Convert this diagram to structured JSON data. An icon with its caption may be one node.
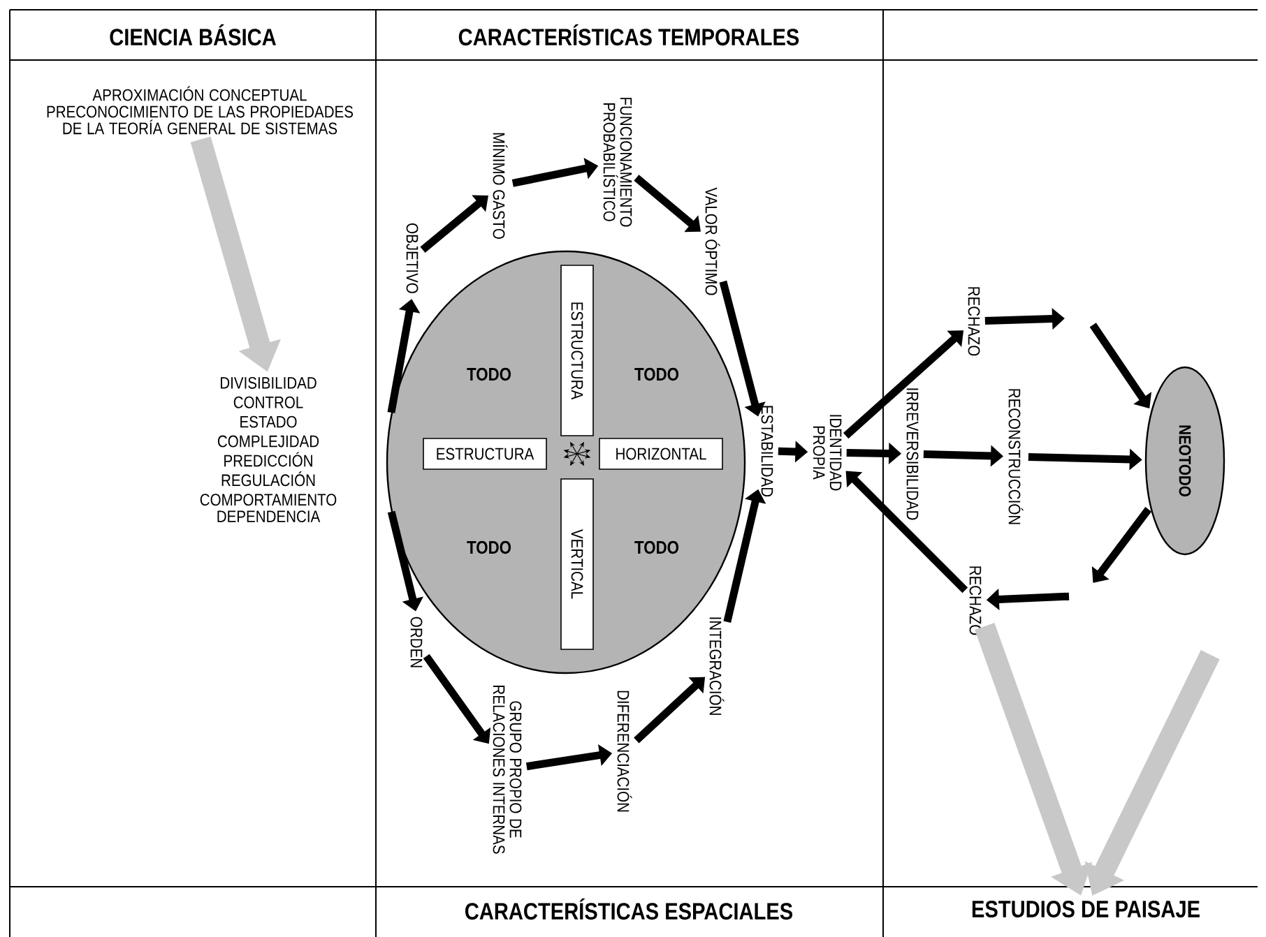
{
  "diagram": {
    "nodes": [
      {
        "text": [
          "APROXIMACIÓN CONCEPTUAL PRECONOCIMIENTO DE LAS PROPIEDADES DE LA TEORÍA GENERAL DE SISTEMAS"
        ]
      },
      {
        "text": [
          "DIVISIBILIDAD",
          "CONTROL",
          "ESTADO",
          "COMPLEJIDAD",
          "PREDICCIÓN",
          "REGULACIÓN",
          "COMPORTAMIENTO",
          "DEPENDENCIA"
        ]
      },
      {
        "text": [],
        "shape": "circle"
      },
      {
        "text": [
          "ESTRUCTURA"
        ],
        "in": 2
      },
      {
        "text": [
          "ESTRUCTURA"
        ],
        "in": 2
      },
      {
        "text": [
          "HORIZONTAL"
        ],
        "in": 2
      },
      {
        "text": [
          "VERTICAL"
        ],
        "in": 2
      },
      {
        "text": [
          "OBJETIVO"
        ]
      },
      {
        "text": [
          "MÍNIMO GASTO"
        ]
      },
      {
        "text": [
          "FUNCIONAMIENTO PROBABILÍSTICO"
        ]
      },
      {
        "text": [
          "VALOR ÓPTIMO"
        ]
      },
      {
        "text": [
          "ESTABILIDAD"
        ]
      },
      {
        "text": [
          "ORDEN"
        ]
      },
      {
        "text": [
          "GRUPO PROPIO DE RELACIONES INTERNAS"
        ]
      },
      {
        "text": [
          "DIFERENCIACIÓN"
        ]
      },
      {
        "text": [
          "INTEGRACIÓN"
        ]
      },
      {
        "text": [
          "IDENTIDAD PROPIA"
        ]
      },
      {
        "text": [
          "RECHAZO"
        ]
      },
      {
        "text": [
          "IRREVERSIBILIDAD"
        ]
      },
      {
        "text": [
          "RECONSTRUCCIÓN"
        ]
      },
      {
        "text": [
          "NEOTODO"
        ]
      },
      {
        "text": [
          "RECHAZO"
        ]
      },
      {
        "text": [
          "ESTUDIOS DE PAISAJE"
        ]
      }
    ],
    "edges": [
      {
        "from": 0,
        "to": 1,
        "arrow": "to",
        "style": "thick",
        "color": "#c8c8c8"
      },
      {
        "from": 2,
        "to": 7,
        "arrow": "to"
      },
      {
        "from": 7,
        "to": 8,
        "arrow": "to"
      },
      {
        "from": 8,
        "to": 9,
        "arrow": "to"
      },
      {
        "from": 9,
        "to": 10,
        "arrow": "to"
      },
      {
        "from": 10,
        "to": 11,
        "arrow": "to"
      },
      {
        "from": 2,
        "to": 12,
        "arrow": "to"
      },
      {
        "from": 12,
        "to": 13,
        "arrow": "to"
      },
      {
        "from": 13,
        "to": 14,
        "arrow": "to"
      },
      {
        "from": 14,
        "to": 15,
        "arrow": "to"
      },
      {
        "from": 15,
        "to": 11,
        "arrow": "to"
      },
      {
        "from": 11,
        "to": 16,
        "arrow": "to"
      },
      {
        "from": 16,
        "to": 17,
        "arrow": "to"
      },
      {
        "from": 16,
        "to": 18,
        "arrow": "to"
      },
      {
        "from": 17,
        "to": null,
        "arrow": "to"
      },
      {
        "from": null,
        "to": 20,
        "arrow": "to"
      },
      {
        "from": 18,
        "to": 19,
        "arrow": "to"
      },
      {
        "from": 19,
        "to": 20,
        "arrow": "to"
      },
      {
        "from": 20,
        "to": null,
        "arrow": "to"
      },
      {
        "from": null,
        "to": 21,
        "arrow": "to"
      },
      {
        "from": 21,
        "to": 16,
        "arrow": "to"
      },
      {
        "from": 21,
        "to": 22,
        "arrow": "to",
        "style": "thick",
        "color": "#c8c8c8"
      },
      {
        "from": null,
        "to": 22,
        "arrow": "to",
        "style": "thick",
        "color": "#c8c8c8"
      }
    ],
    "labels": [
      "CIENCIA BÁSICA",
      "CARACTERÍSTICAS TEMPORALES",
      "TODO",
      "TODO",
      "TODO",
      "TODO",
      "CARACTERÍSTICAS ESPACIALES"
    ]
  }
}
